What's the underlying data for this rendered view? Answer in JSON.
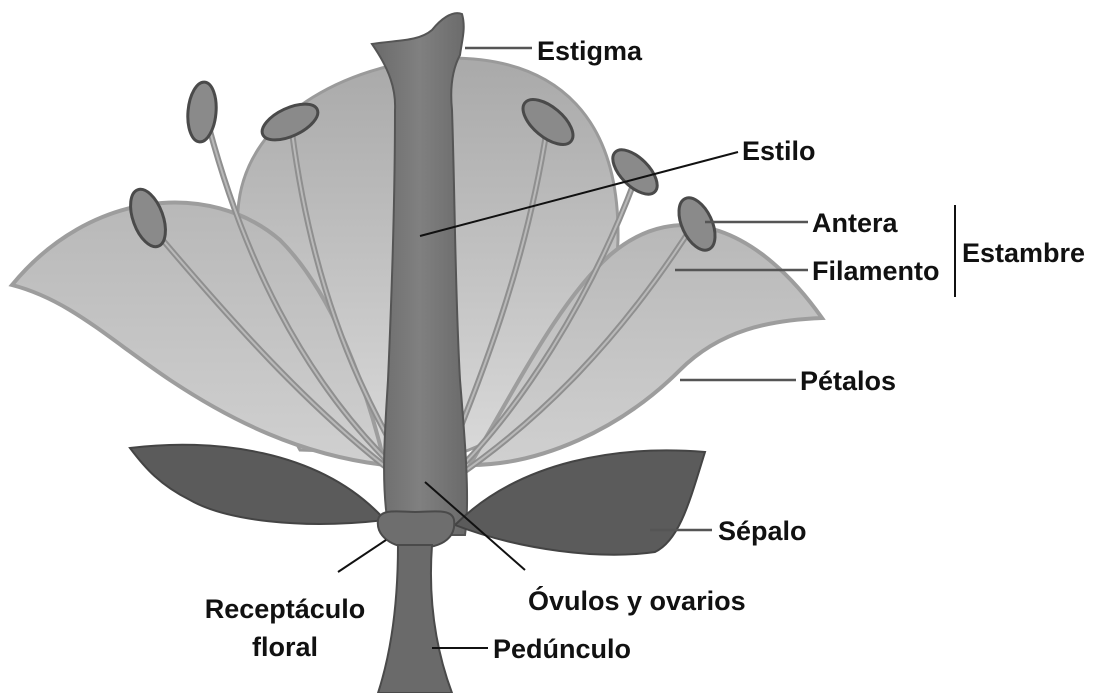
{
  "labels": {
    "estigma": "Estigma",
    "estilo": "Estilo",
    "antera": "Antera",
    "filamento": "Filamento",
    "estambre": "Estambre",
    "petalos": "Pétalos",
    "sepalo": "Sépalo",
    "ovulos": "Óvulos y ovarios",
    "receptaculo_line1": "Receptáculo",
    "receptaculo_line2": "floral",
    "pedunculo": "Pedúnculo"
  },
  "colors": {
    "outer_petal": "#c4c4c4",
    "outer_petal_edge": "#a6a6a6",
    "inner_petal": "#b4b4b4",
    "pistil": "#767676",
    "sepal": "#5a5a5a",
    "stamen": "#8a8a8a",
    "label_text": "#111111"
  }
}
